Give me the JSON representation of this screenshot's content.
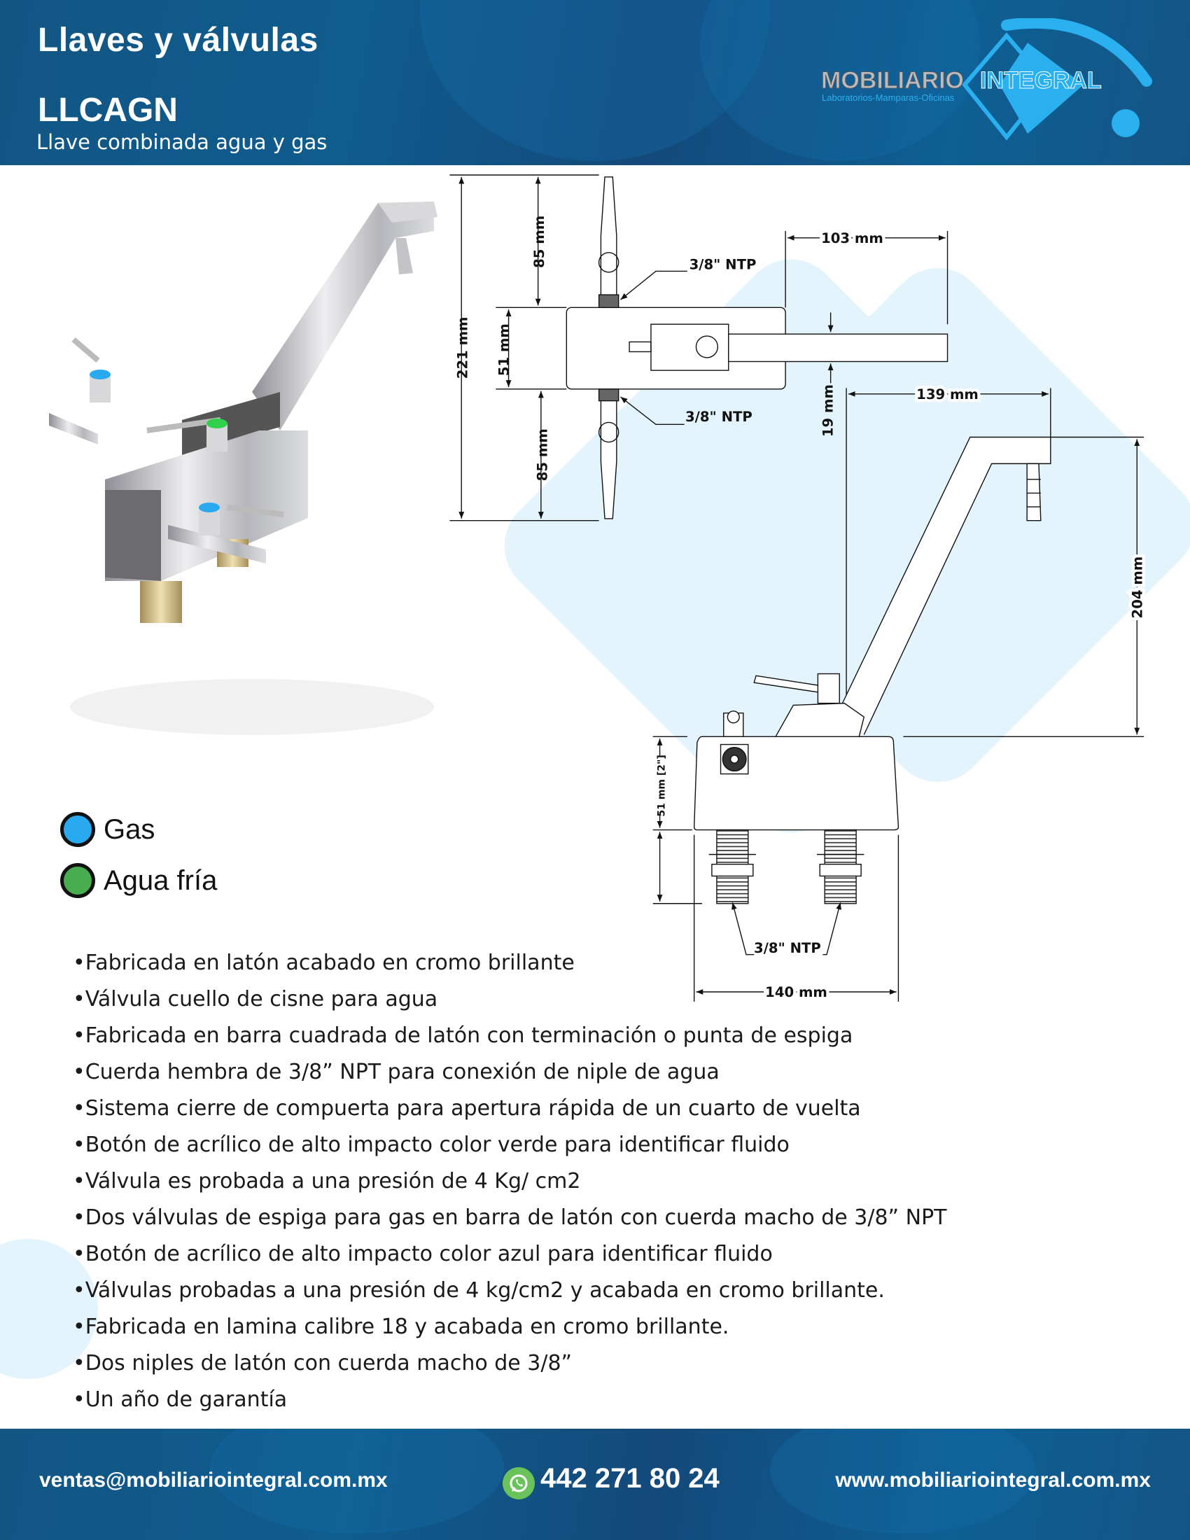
{
  "header": {
    "category": "Llaves y válvulas",
    "code": "LLCAGN",
    "subtitle": "Llave combinada agua y gas"
  },
  "logo": {
    "word1": "MOBILIARIO",
    "word2": "INTEGRAL",
    "tagline": "Laboratorios-Mamparas-Oficinas"
  },
  "drawing": {
    "top_view": {
      "total_length": "221 mm",
      "upper_valve": "85 mm",
      "body_width": "51 mm",
      "lower_valve": "85 mm",
      "arm_length": "103 mm",
      "arm_offset": "19 mm",
      "thread_top": "3/8\" NTP",
      "thread_bottom": "3/8\" NTP"
    },
    "side_view": {
      "spout_reach": "139 mm",
      "spout_height": "204 mm",
      "body_height": "51 mm [2\"]",
      "base_width": "140 mm",
      "nipple_thread": "3/8\" NTP"
    }
  },
  "legend": [
    {
      "label": "Gas",
      "color": "#29aaf0"
    },
    {
      "label": "Agua fría",
      "color": "#47ad4e"
    }
  ],
  "features": [
    "Fabricada en latón acabado en cromo brillante",
    "Válvula cuello de cisne para agua",
    "Fabricada en barra cuadrada de latón con terminación o punta de espiga",
    "Cuerda hembra de 3/8” NPT para conexión de niple de agua",
    "Sistema cierre de compuerta para apertura rápida de un cuarto de vuelta",
    "Botón de acrílico de alto impacto color verde para identificar fluido",
    "Válvula es probada a una presión de 4 Kg/ cm2",
    "Dos válvulas de espiga para gas en barra de latón con cuerda macho de 3/8” NPT",
    "Botón de acrílico de alto impacto color azul para identificar fluido",
    "Válvulas probadas a una presión de 4 kg/cm2 y acabada en cromo brillante.",
    "Fabricada en lamina calibre 18 y acabada en cromo brillante.",
    "Dos niples de latón con cuerda macho de 3/8”",
    "Un año de garantía"
  ],
  "footer": {
    "email": "ventas@mobiliariointegral.com.mx",
    "phone": "442 271 80 24",
    "website": "www.mobiliariointegral.com.mx"
  },
  "colors": {
    "brand_blue": "#125684",
    "accent_cyan": "#29aaf0",
    "whatsapp_green": "#6cc25a"
  }
}
